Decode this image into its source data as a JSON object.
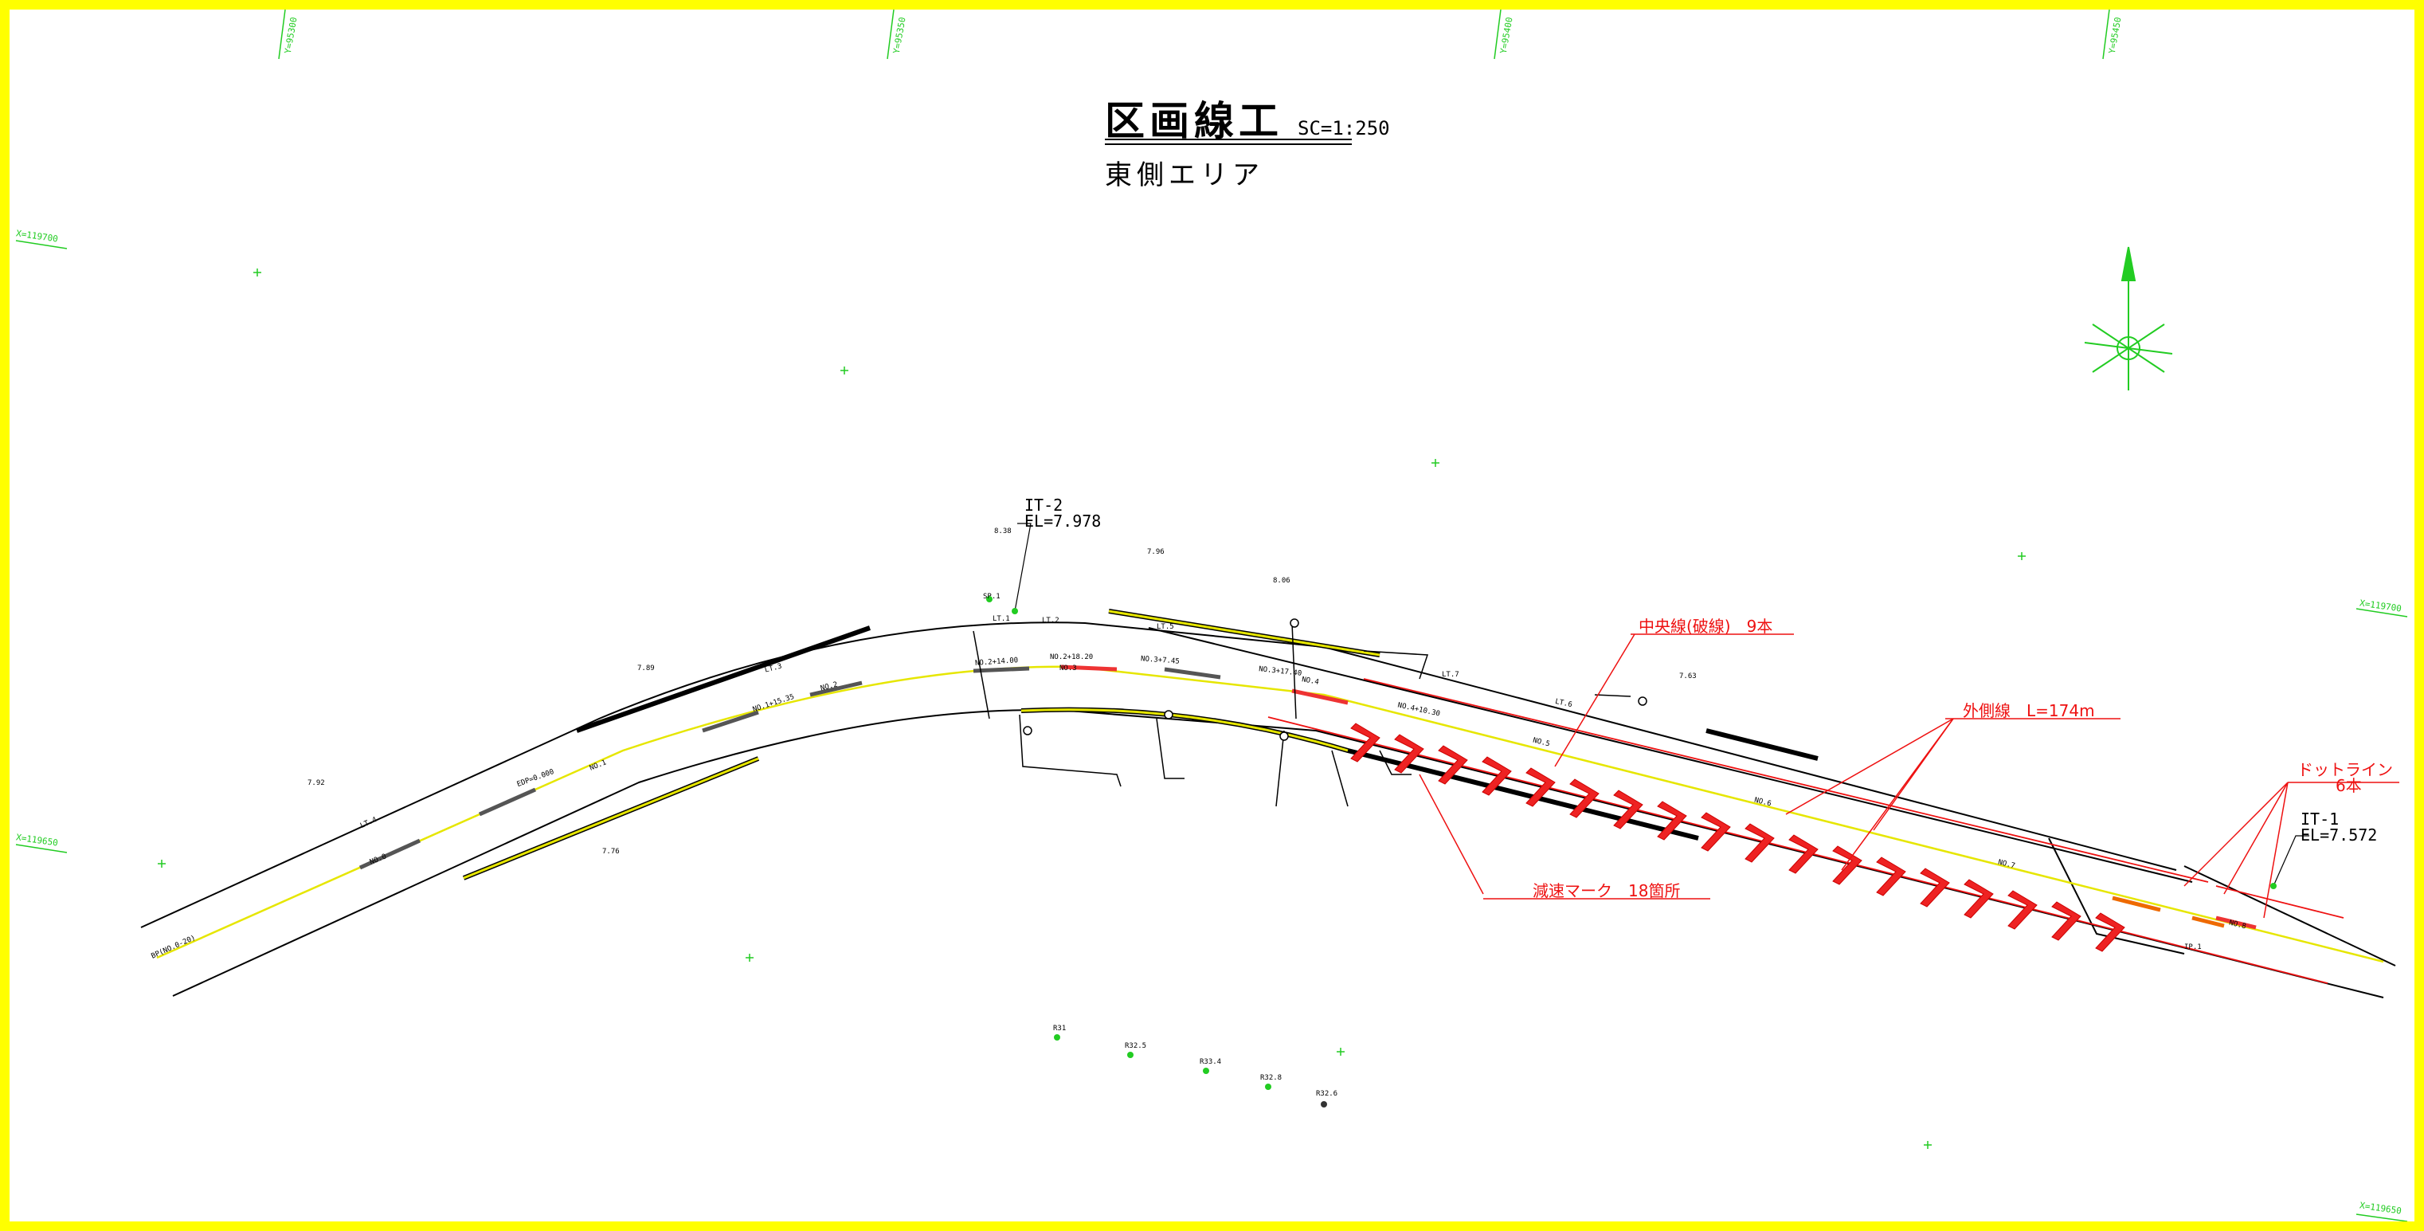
{
  "drawing": {
    "title": "区画線工",
    "scale": "SC=1:250",
    "subtitle": "東側エリア"
  },
  "grid_labels": {
    "top_1": "Y=95300",
    "top_2": "Y=95350",
    "top_3": "Y=95400",
    "top_4": "Y=95450",
    "left_upper": "X=119700",
    "left_lower": "X=119650",
    "right_upper": "X=119700",
    "right_lower": "X=119650"
  },
  "benchmarks": {
    "it2_name": "IT-2",
    "it2_elevation": "EL=7.978",
    "it1_name": "IT-1",
    "it1_elevation": "EL=7.572"
  },
  "annotations": {
    "center_line": "中央線(破線)　9本",
    "outer_line": "外側線　L=174m",
    "dot_line_1": "ドットライン",
    "dot_line_2": "6本",
    "deceleration": "減速マーク　18箇所"
  },
  "stations": {
    "bp": "BP(NO.0-20)",
    "no0": "NO.0",
    "no1": "NO.1",
    "no1_plus": "NO.1+15.35",
    "no2": "NO.2",
    "no2_plus": "NO.2+14.00",
    "no2_plus2": "NO.2+18.20",
    "no3": "NO.3",
    "no3_plus": "NO.3+7.45",
    "no3_plus2": "NO.3+17.40",
    "no4": "NO.4",
    "no4_plus": "NO.4+10.30",
    "no5": "NO.5",
    "no6": "NO.6",
    "no7": "NO.7",
    "no8": "NO.8",
    "ip": "IP.1"
  },
  "road_labels": {
    "lt1": "LT.1",
    "lt2": "LT.2",
    "lt3": "LT.3",
    "lt4": "LT.4",
    "lt5": "LT.5",
    "lt6": "LT.6",
    "lt7": "LT.7",
    "sp1": "SP.1",
    "edp": "EDP=0.000"
  },
  "points": {
    "r31": "R31",
    "r32_5": "R32.5",
    "r33_4": "R33.4",
    "r32_8": "R32.8",
    "r32_6": "R32.6",
    "spot_1": "8.38",
    "spot_2": "7.96",
    "spot_3": "8.06",
    "spot_4": "7.89",
    "spot_5": "7.92",
    "spot_6": "7.76",
    "spot_7": "7.63"
  },
  "colors": {
    "frame": "#ffff00",
    "grid": "#22cc22",
    "callout": "#e11111",
    "chevron": "#ee2222",
    "centerline": "#e6e600",
    "ink": "#000000"
  },
  "icons": {
    "north_arrow": "north-arrow-icon",
    "benchmark": "benchmark-icon"
  }
}
